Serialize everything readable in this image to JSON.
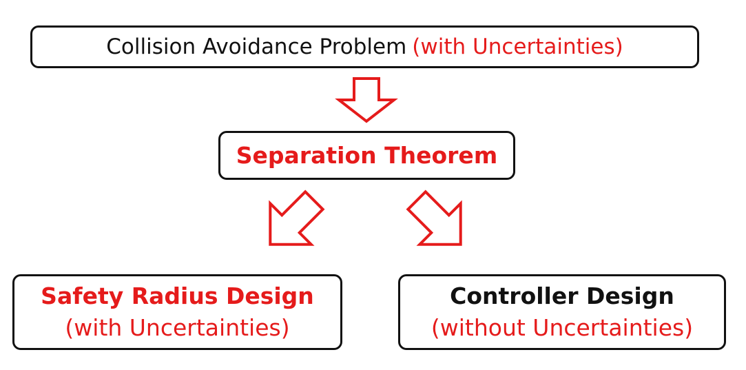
{
  "diagram": {
    "top": {
      "main": "Collision Avoidance Problem",
      "qualifier": "(with Uncertainties)"
    },
    "middle": {
      "title": "Separation Theorem"
    },
    "left": {
      "title": "Safety Radius Design",
      "qualifier": "(with Uncertainties)"
    },
    "right": {
      "title": "Controller Design",
      "qualifier": "(without Uncertainties)"
    }
  },
  "colors": {
    "accent": "#e51b1b",
    "text": "#111111",
    "border": "#111111"
  }
}
